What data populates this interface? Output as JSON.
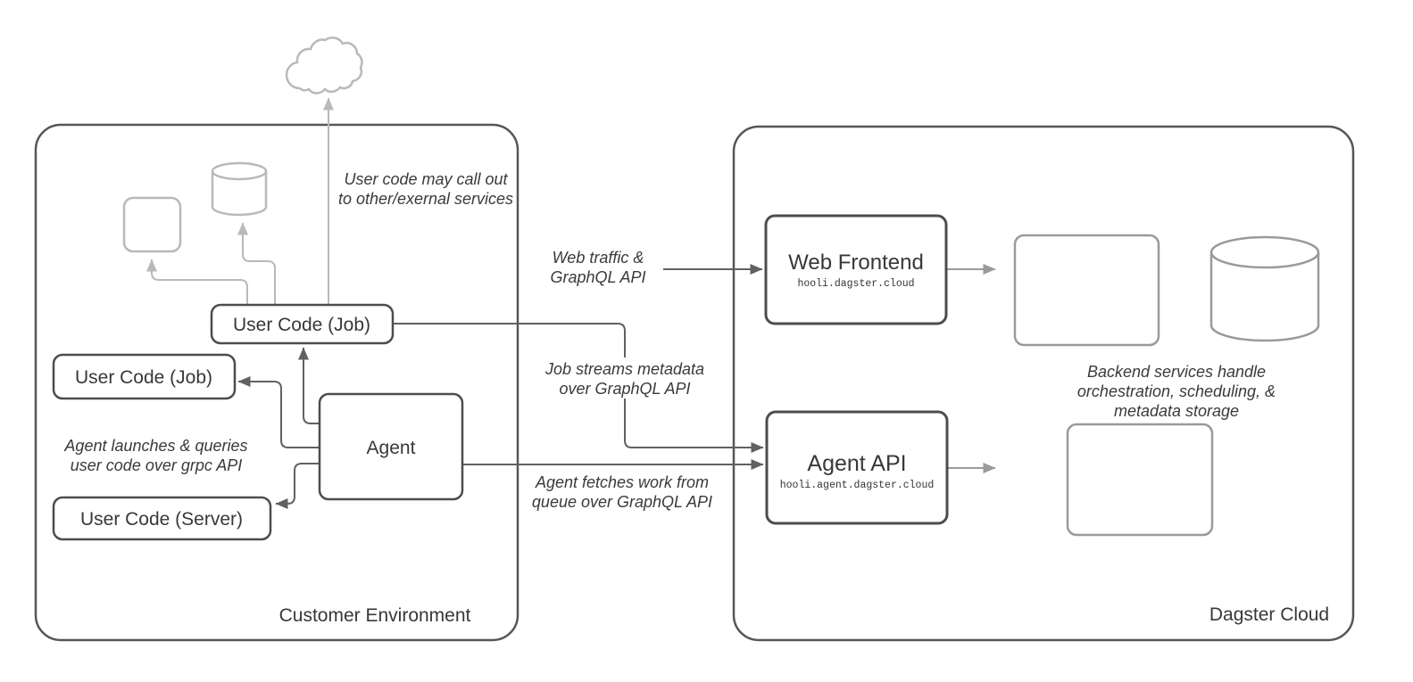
{
  "diagram": {
    "containers": {
      "customer": {
        "label": "Customer Environment"
      },
      "dagster": {
        "label": "Dagster Cloud"
      }
    },
    "nodes": {
      "user_code_job_top": {
        "label": "User Code (Job)"
      },
      "user_code_job_left": {
        "label": "User Code (Job)"
      },
      "user_code_server": {
        "label": "User Code (Server)"
      },
      "agent": {
        "label": "Agent"
      },
      "web_frontend": {
        "label": "Web Frontend",
        "subtitle": "hooli.dagster.cloud"
      },
      "agent_api": {
        "label": "Agent API",
        "subtitle": "hooli.agent.dagster.cloud"
      }
    },
    "annotations": {
      "external_services": {
        "line1": "User code may call out",
        "line2": "to other/exernal services"
      },
      "web_traffic": {
        "line1": "Web traffic &",
        "line2": "GraphQL API"
      },
      "job_streams": {
        "line1": "Job streams metadata",
        "line2": "over GraphQL API"
      },
      "agent_fetches": {
        "line1": "Agent fetches work from",
        "line2": "queue over GraphQL API"
      },
      "agent_launches": {
        "line1": "Agent launches & queries",
        "line2": "user code over grpc API"
      },
      "backend_services": {
        "line1": "Backend services handle",
        "line2": "orchestration, scheduling, &",
        "line3": "metadata storage"
      }
    },
    "colors": {
      "node_border": "#4d4d4d",
      "container_border": "#565656",
      "arrow_dark": "#616161",
      "shape_light": "#b9b9b9",
      "shape_medium": "#9a9a9a",
      "text": "#383838",
      "background": "#ffffff"
    }
  }
}
